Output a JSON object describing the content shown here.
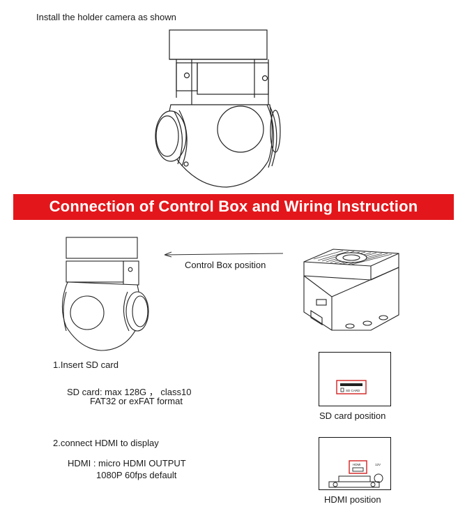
{
  "intro": {
    "text": "Install the holder camera as shown"
  },
  "banner": {
    "title": "Connection of Control Box and Wiring Instruction"
  },
  "control_box": {
    "label": "Control Box position"
  },
  "step1": {
    "title": "1.Insert SD card",
    "line1": "SD card: max 128G ，  class10",
    "line2": "FAT32 or exFAT format",
    "caption": "SD card position",
    "slot_label": "SD CARD"
  },
  "step2": {
    "title": "2.connect HDMI to display",
    "line1": "HDMI : micro HDMI OUTPUT",
    "line2": "1080P 60fps default",
    "caption": "HDMI position",
    "port_label": "HDMI",
    "power_label": "12V"
  },
  "colors": {
    "banner": "#e3171b",
    "highlight": "#d32020"
  }
}
